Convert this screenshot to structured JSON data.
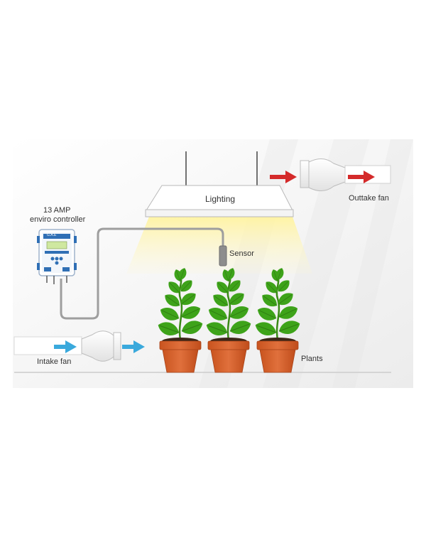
{
  "labels": {
    "controller_line1": "13 AMP",
    "controller_line2": "enviro controller",
    "lighting": "Lighting",
    "sensor": "Sensor",
    "outtake_fan": "Outtake fan",
    "intake_fan": "Intake fan",
    "plants": "Plants"
  },
  "controller_brand": "G.A.E",
  "colors": {
    "exhaust_arrow": "#d42a2a",
    "intake_arrow": "#3aa9dc",
    "pot": "#d9622f",
    "leaf": "#3ea31a",
    "light_glow": "#fff3a0",
    "cable": "#9e9e9e",
    "controller": "#2f6fb5"
  },
  "icons": [
    "red-arrow-icon",
    "blue-arrow-icon",
    "plant-icon",
    "fan-icon"
  ]
}
